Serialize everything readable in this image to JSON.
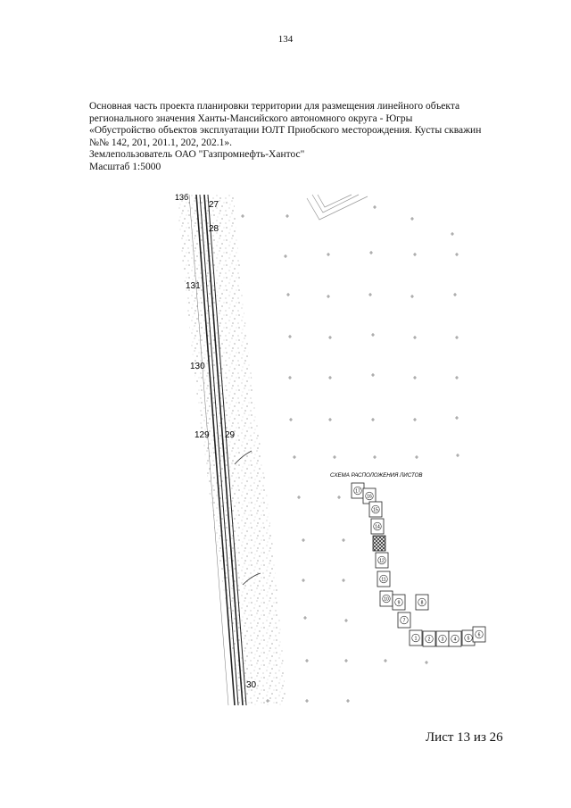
{
  "page_number": "134",
  "header_lines": [
    "Основная часть проекта планировки территории для размещения линейного объекта",
    "регионального значения Ханты-Мансийского автономного округа - Югры",
    "«Обустройство объектов эксплуатации ЮЛТ Приобского месторождения. Кусты скважин",
    "№№ 142, 201, 201.1, 202, 202.1».",
    "Землепользователь ОАО \"Газпромнефть-Хантос\"",
    "Масштаб 1:5000"
  ],
  "map": {
    "labels": {
      "top_cut": "13б",
      "p127": "27",
      "p128": "28",
      "p131": "131",
      "p130": "130",
      "p129_left": "129",
      "p129_right": "29",
      "p30": "30"
    },
    "inset": {
      "title": "СХЕМА РАСПОЛОЖЕНИЯ ЛИСТОВ",
      "sheets": [
        "17",
        "16",
        "15",
        "14",
        "13",
        "12",
        "11",
        "10",
        "9",
        "8",
        "7",
        "1",
        "2",
        "3",
        "4",
        "5",
        "6"
      ],
      "current_sheet": "13",
      "colors": {
        "current_fill": "#444444",
        "border": "#222222"
      }
    }
  },
  "sheet_counter": "Лист 13 из 26"
}
